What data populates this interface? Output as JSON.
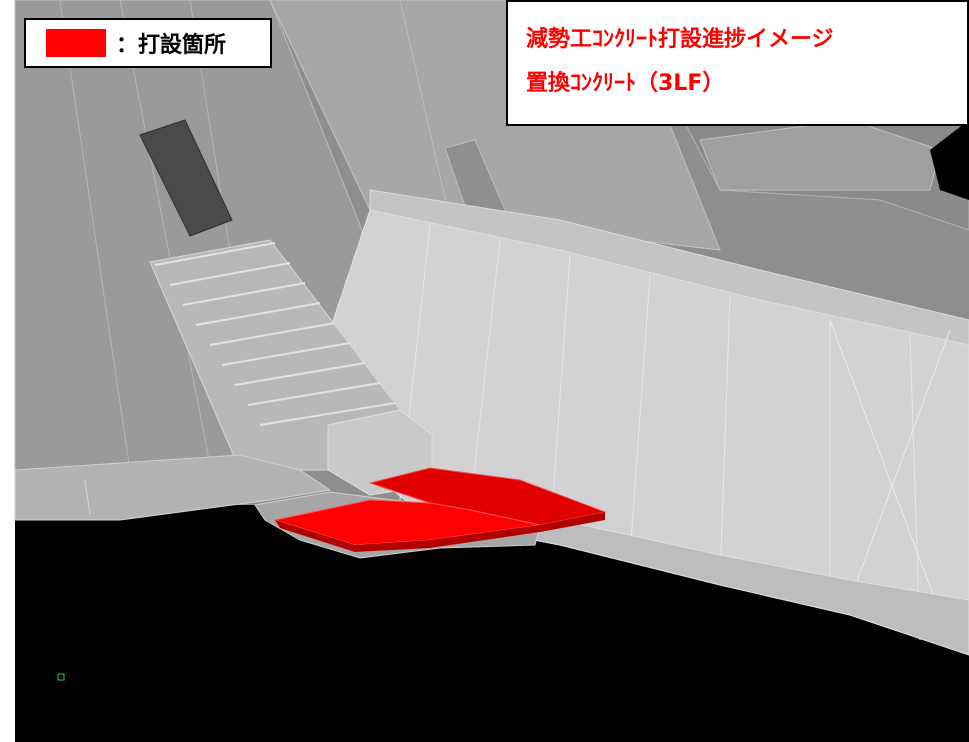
{
  "legend": {
    "swatch_color": "#ff0000",
    "label": "：打設箇所"
  },
  "title": {
    "line1": "減勢工ｺﾝｸﾘｰﾄ打設進捗イメージ",
    "line2": "置換ｺﾝｸﾘｰﾄ（3LF）",
    "color": "#ff0000"
  }
}
